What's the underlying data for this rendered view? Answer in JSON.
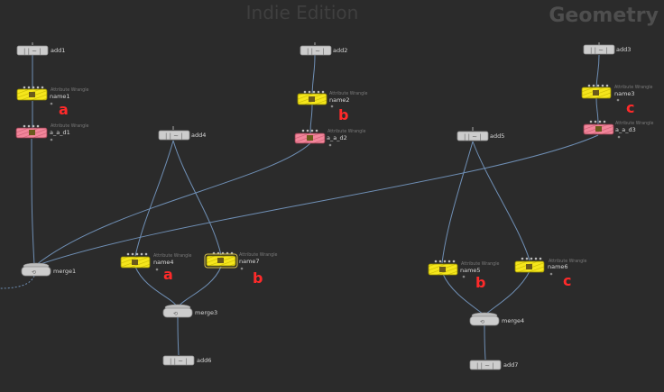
{
  "header": {
    "edition": "Indie Edition",
    "context": "Geometry"
  },
  "colors": {
    "background": "#2b2b2b",
    "wire": "#6f8fb5",
    "wrangle": "#f5e61c",
    "wrangle_pink": "#f2859a",
    "null_node": "#c9c9c9",
    "annotation": "#ff2a2a"
  },
  "nodes": {
    "add1": {
      "name": "add1"
    },
    "name1": {
      "name": "name1",
      "type": "Attribute Wrangle"
    },
    "a_a_d1": {
      "name": "a_a_d1",
      "type": "Attribute Wrangle"
    },
    "add2": {
      "name": "add2"
    },
    "name2": {
      "name": "name2",
      "type": "Attribute Wrangle"
    },
    "a_a_d2": {
      "name": "a_a_d2",
      "type": "Attribute Wrangle"
    },
    "add3": {
      "name": "add3"
    },
    "name3": {
      "name": "name3",
      "type": "Attribute Wrangle"
    },
    "a_a_d3": {
      "name": "a_a_d3",
      "type": "Attribute Wrangle"
    },
    "add4": {
      "name": "add4"
    },
    "name4": {
      "name": "name4",
      "type": "Attribute Wrangle"
    },
    "name7": {
      "name": "name7",
      "type": "Attribute Wrangle"
    },
    "merge3": {
      "name": "merge3"
    },
    "add6": {
      "name": "add6"
    },
    "add5": {
      "name": "add5"
    },
    "name5": {
      "name": "name5",
      "type": "Attribute Wrangle"
    },
    "name6": {
      "name": "name6",
      "type": "Attribute Wrangle"
    },
    "merge4": {
      "name": "merge4"
    },
    "add7": {
      "name": "add7"
    },
    "merge1": {
      "name": "merge1"
    }
  },
  "annotations": {
    "a1": "a",
    "b1": "b",
    "c1": "c",
    "a2": "a",
    "b2": "b",
    "b3": "b",
    "c3": "c"
  }
}
